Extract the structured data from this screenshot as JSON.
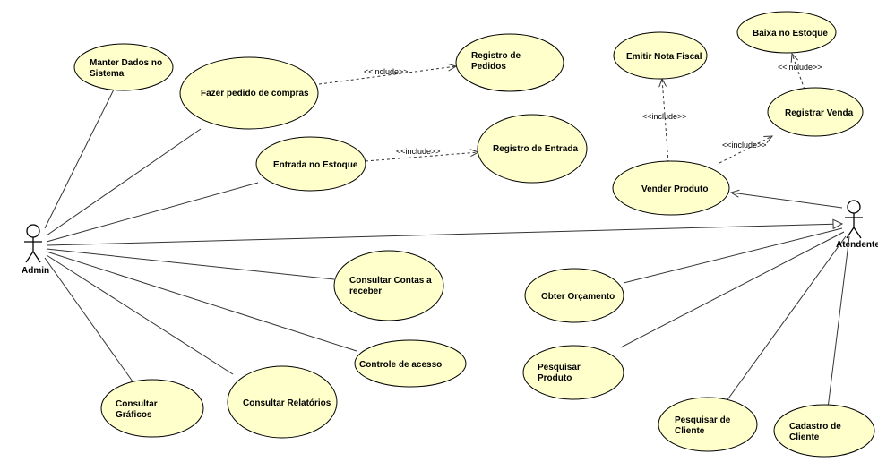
{
  "actors": {
    "admin": "Admin",
    "atendente": "Atendente"
  },
  "stereotype": "<<include>>",
  "use_cases": {
    "manter_dados": [
      "Manter Dados no",
      "Sistema"
    ],
    "fazer_pedido": [
      "Fazer pedido de compras"
    ],
    "registro_pedidos": [
      "Registro de",
      "Pedidos"
    ],
    "entrada_estoque": [
      "Entrada no Estoque"
    ],
    "registro_entrada": [
      "Registro de Entrada"
    ],
    "consultar_contas": [
      "Consultar Contas a",
      "receber"
    ],
    "controle_acesso": [
      "Controle de acesso"
    ],
    "consultar_graficos": [
      "Consultar",
      "Gráficos"
    ],
    "consultar_relatorios": [
      "Consultar Relatórios"
    ],
    "emitir_nota": [
      "Emitir Nota Fiscal"
    ],
    "baixa_estoque": [
      "Baixa no Estoque"
    ],
    "registrar_venda": [
      "Registrar Venda"
    ],
    "vender_produto": [
      "Vender Produto"
    ],
    "obter_orcamento": [
      "Obter Orçamento"
    ],
    "pesquisar_produto": [
      "Pesquisar",
      "Produto"
    ],
    "pesquisar_cliente": [
      "Pesquisar de",
      "Cliente"
    ],
    "cadastro_cliente": [
      "Cadastro de",
      "Cliente"
    ]
  }
}
